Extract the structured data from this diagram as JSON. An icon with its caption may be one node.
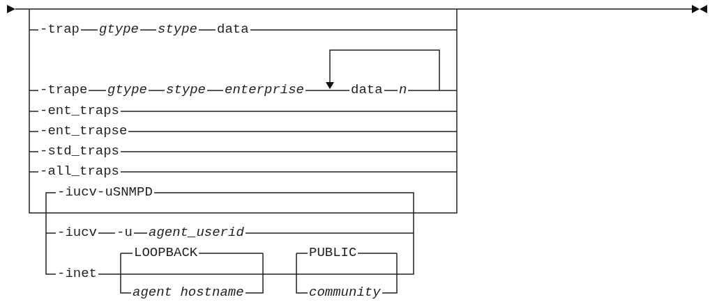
{
  "diagram": {
    "labels": [
      "-trap",
      "*gtype*",
      "*stype*",
      "data",
      "-trape",
      "*gtype*",
      "*stype*",
      "*enterprise*",
      "data",
      "*n*",
      "-ent_traps",
      "-ent_trapse",
      "-std_traps",
      "-all_traps",
      "-iucv-uSNMPD",
      "-iucv",
      "-u",
      "*agent_userid*",
      "LOOPBACK",
      "PUBLIC",
      "-inet",
      "*agent hostname*",
      "*community*"
    ]
  }
}
